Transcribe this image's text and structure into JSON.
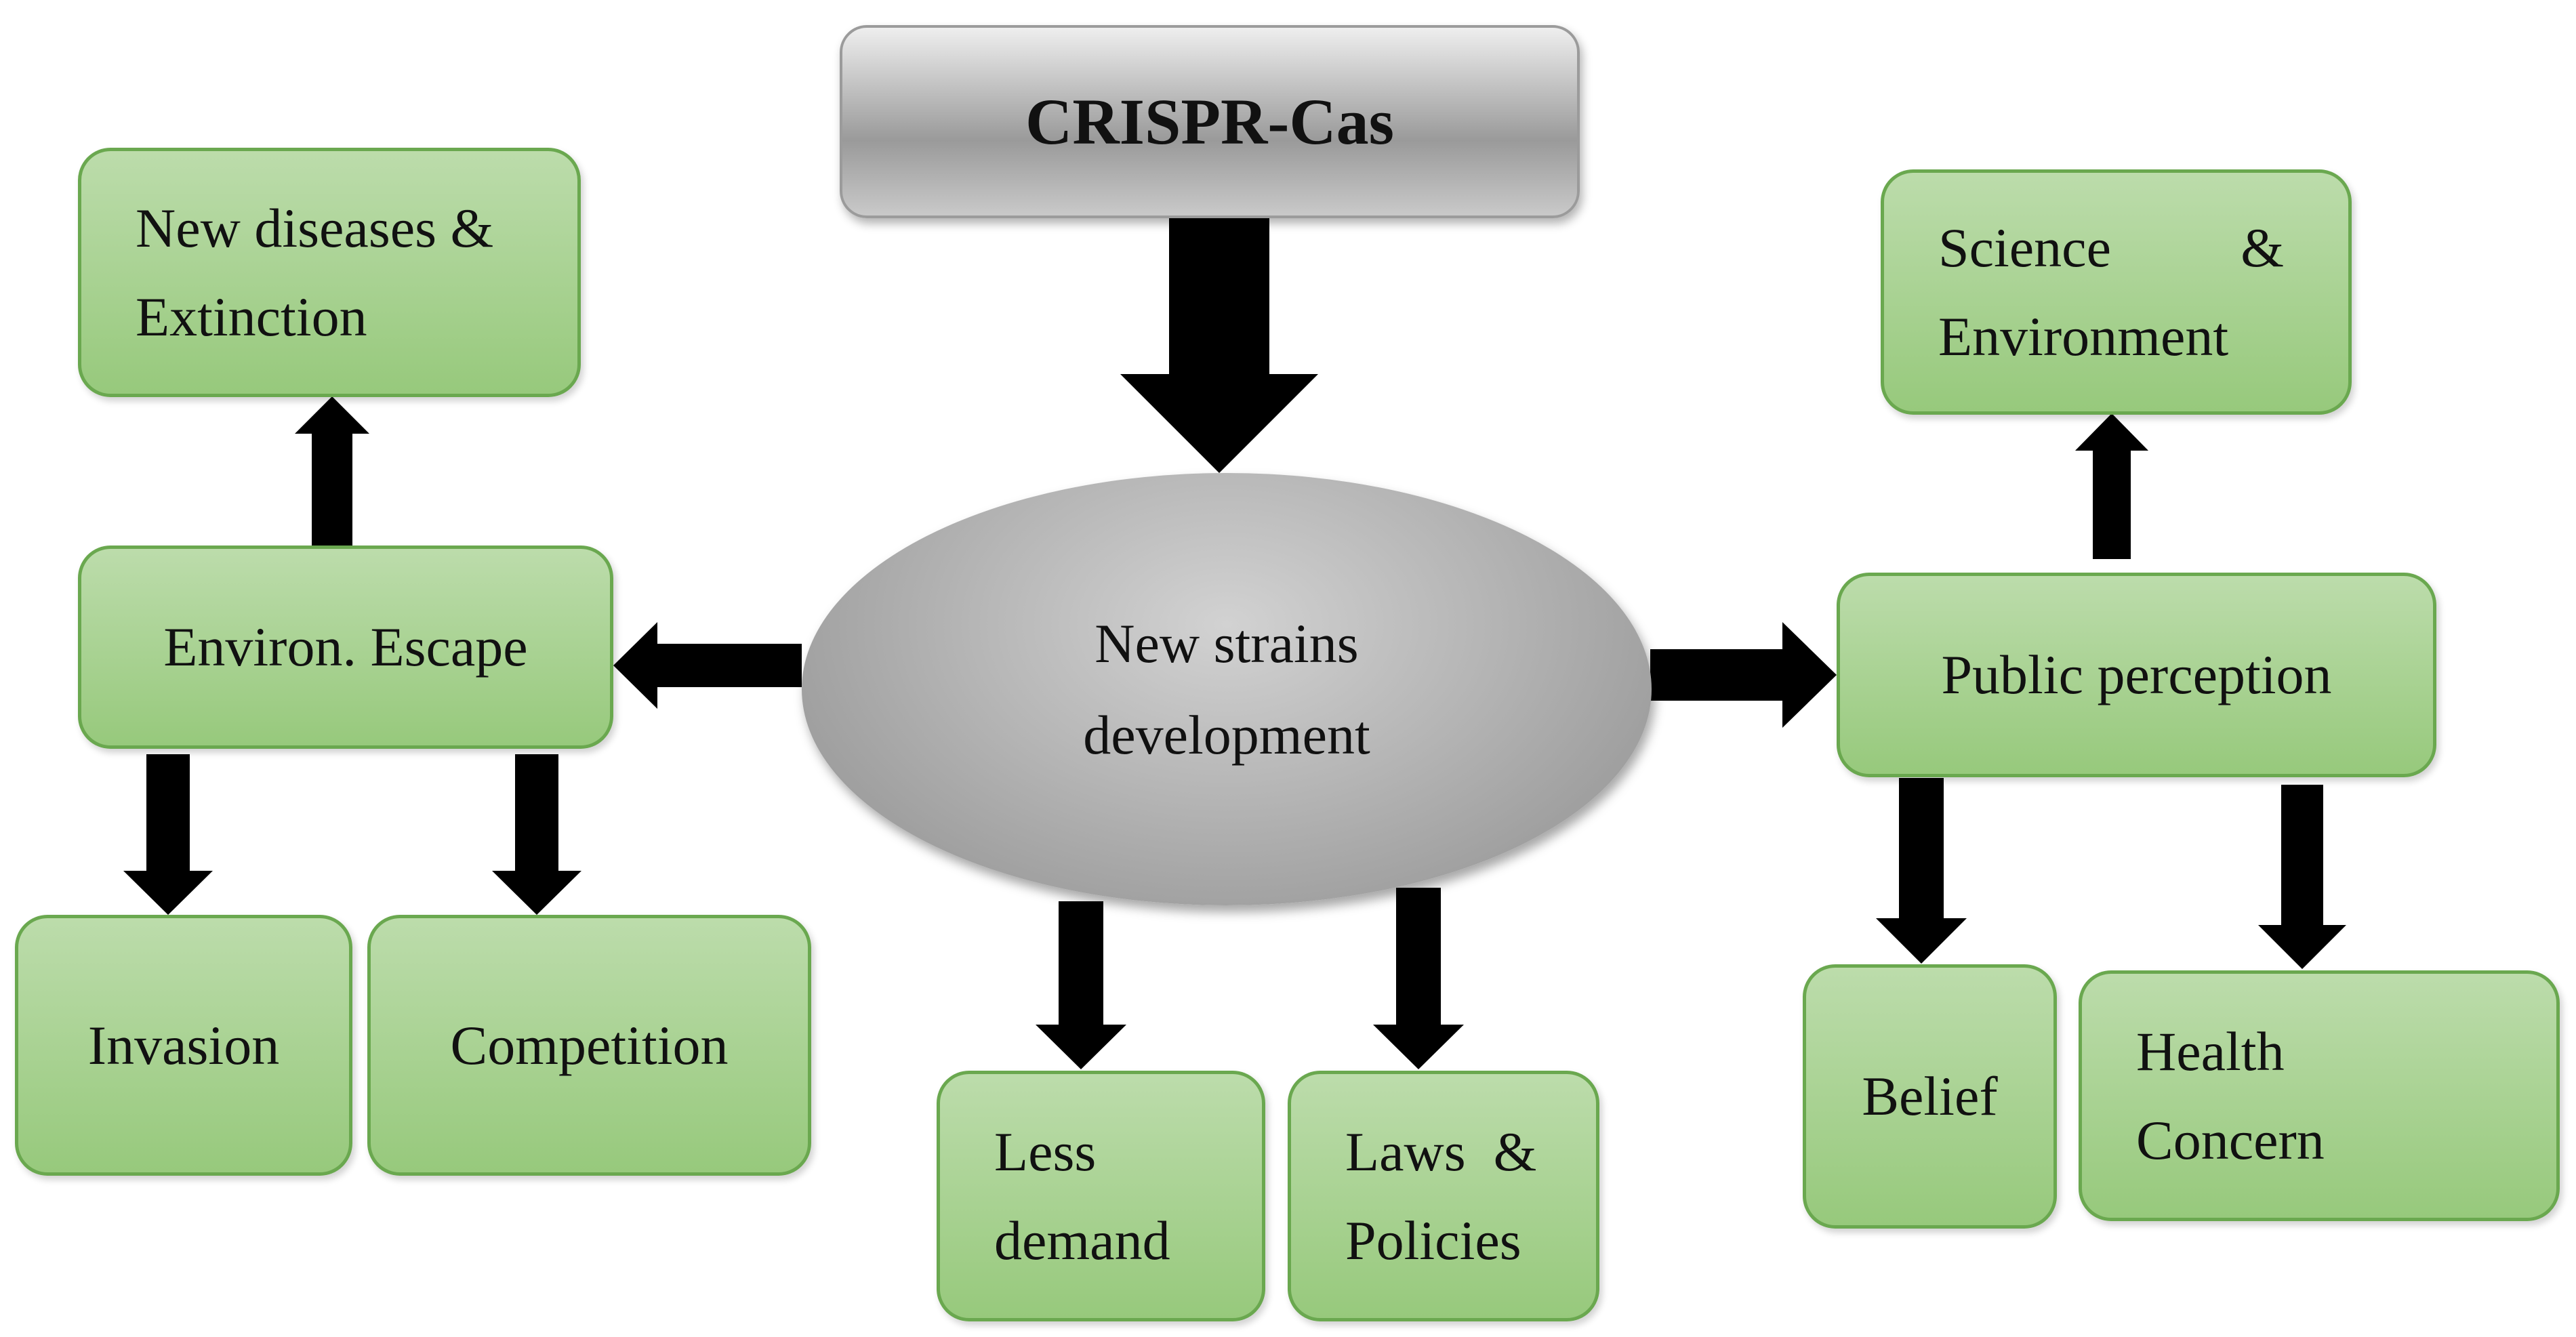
{
  "root": {
    "label": "CRISPR-Cas"
  },
  "center": {
    "label": "New strains development"
  },
  "left": {
    "escape": "Environ. Escape",
    "diseases_line1": "New diseases &",
    "diseases_line2": "Extinction",
    "invasion": "Invasion",
    "competition": "Competition"
  },
  "bottom": {
    "less_line1": "Less",
    "less_line2": "demand",
    "laws_line1": "Laws  &",
    "laws_line2": "Policies"
  },
  "right": {
    "perception": "Public perception",
    "science_word": "Science",
    "science_amp": "&",
    "environment": "Environment",
    "belief": "Belief",
    "health_line1": "Health",
    "health_line2": "Concern"
  }
}
